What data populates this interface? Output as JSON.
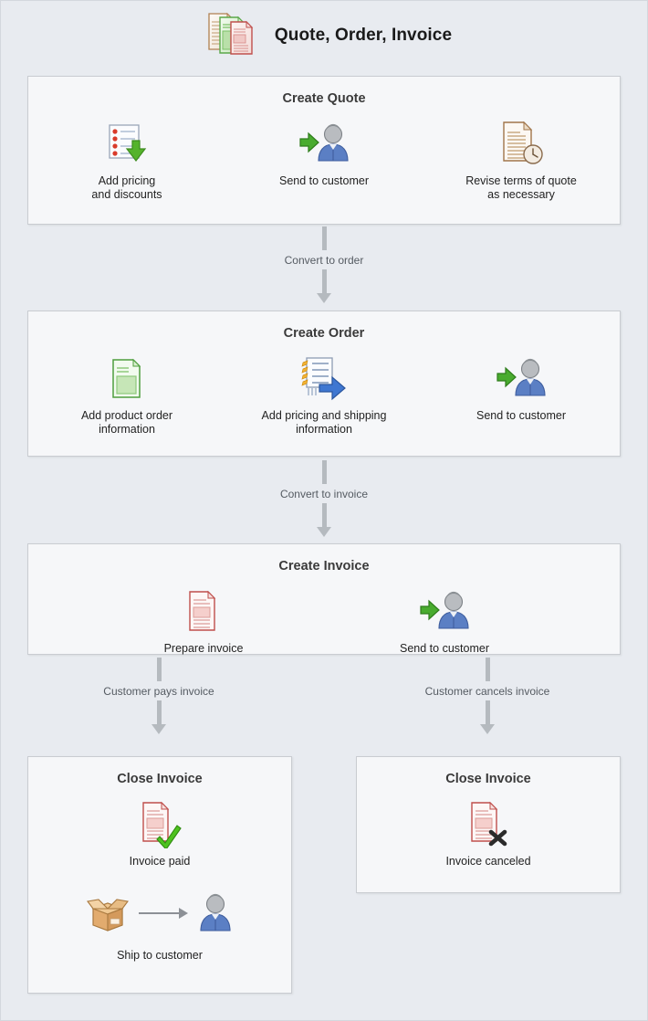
{
  "header": {
    "title": "Quote, Order, Invoice",
    "icon": "stacked-documents-icon"
  },
  "sections": [
    {
      "id": "create-quote",
      "title": "Create Quote",
      "steps": [
        {
          "label": "Add pricing\nand discounts",
          "icon": "pricing-list-download-icon"
        },
        {
          "label": "Send to customer",
          "icon": "send-to-person-icon"
        },
        {
          "label": "Revise terms of quote\nas necessary",
          "icon": "document-clock-icon"
        }
      ]
    },
    {
      "id": "create-order",
      "title": "Create Order",
      "steps": [
        {
          "label": "Add product order\ninformation",
          "icon": "green-document-icon"
        },
        {
          "label": "Add pricing and shipping\ninformation",
          "icon": "list-arrow-right-icon"
        },
        {
          "label": "Send to customer",
          "icon": "send-to-person-icon"
        }
      ]
    },
    {
      "id": "create-invoice",
      "title": "Create Invoice",
      "steps": [
        {
          "label": "Prepare invoice",
          "icon": "red-invoice-icon"
        },
        {
          "label": "Send to customer",
          "icon": "send-to-person-icon"
        }
      ]
    },
    {
      "id": "close-invoice-paid",
      "title": "Close Invoice",
      "steps": [
        {
          "label": "Invoice paid",
          "icon": "invoice-check-icon"
        },
        {
          "label": "Ship to customer",
          "icon": "box-arrow-person-icon"
        }
      ]
    },
    {
      "id": "close-invoice-canceled",
      "title": "Close Invoice",
      "steps": [
        {
          "label": "Invoice canceled",
          "icon": "invoice-cancel-icon"
        }
      ]
    }
  ],
  "connectors": [
    {
      "id": "quote-to-order",
      "label": "Convert to order"
    },
    {
      "id": "order-to-invoice",
      "label": "Convert to invoice"
    },
    {
      "id": "invoice-paid",
      "label": "Customer pays invoice"
    },
    {
      "id": "invoice-canceled",
      "label": "Customer cancels invoice"
    }
  ],
  "colors": {
    "background": "#e8ebf0",
    "panel": "#f6f7f9",
    "panel_border": "#c9ccd1",
    "connector": "#b5babf",
    "title_text": "#1a1a1a",
    "green": "#6cbb3c",
    "blue": "#5b7fc4",
    "red": "#c0504d",
    "tan": "#b08052"
  }
}
